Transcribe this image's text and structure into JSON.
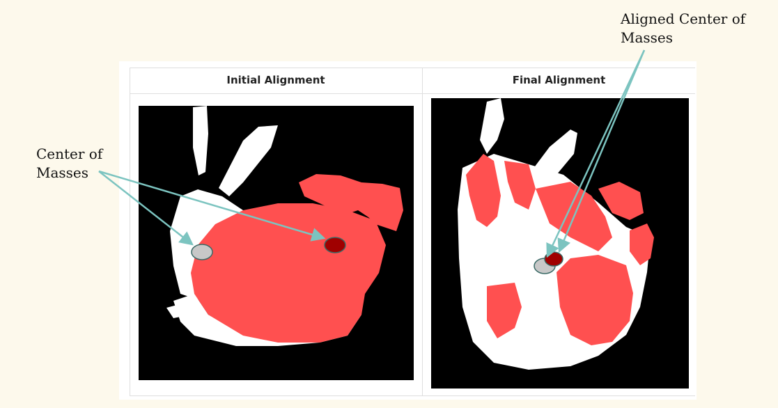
{
  "table": {
    "col_initial_header": "Initial Alignment",
    "col_final_header": "Final Alignment"
  },
  "annotations": {
    "center_of_masses": {
      "line1": "Center of",
      "line2": "Masses"
    },
    "aligned_center_of_masses": {
      "line1": "Aligned Center of",
      "line2": "Masses"
    }
  },
  "colors": {
    "page_background": "#fdf9ec",
    "source_cloud": "#ffffff",
    "target_cloud": "#ff5050",
    "view_background": "#000000",
    "arrow": "#7cc4c0",
    "source_centroid": "#c8c8c8",
    "target_centroid": "#a00000"
  }
}
